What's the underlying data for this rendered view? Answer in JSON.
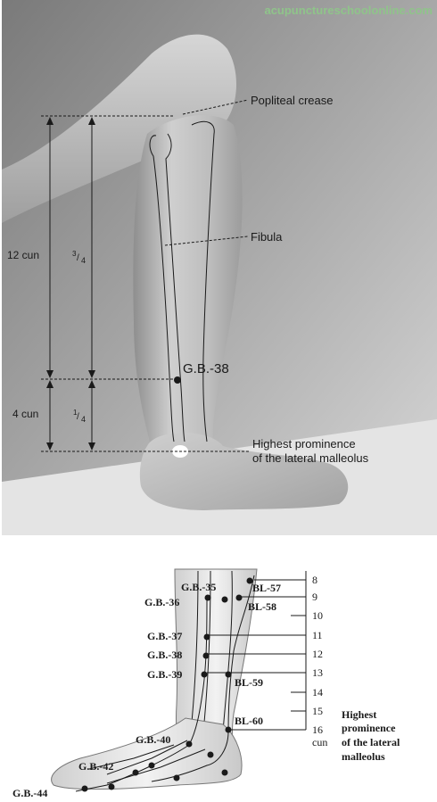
{
  "watermark": "acupunctureschoolonline.com",
  "photo": {
    "popliteal_label": "Popliteal crease",
    "fibula_label": "Fibula",
    "gb38_label": "G.B.-38",
    "malleolus_label_line1": "Highest prominence",
    "malleolus_label_line2": "of the lateral malleolus",
    "measure_12_cun": "12 cun",
    "measure_4_cun": "4 cun",
    "frac_34_num": "3",
    "frac_34_den": "4",
    "frac_14_num": "1",
    "frac_14_den": "4"
  },
  "diagram": {
    "points_left": [
      "G.B.-35",
      "G.B.-36",
      "G.B.-37",
      "G.B.-38",
      "G.B.-39",
      "G.B.-40",
      "G.B.-42",
      "G.B.-44"
    ],
    "points_right": [
      "BL-57",
      "BL-58",
      "BL-59",
      "BL-60"
    ],
    "scale_numbers": [
      "8",
      "9",
      "10",
      "11",
      "12",
      "13",
      "14",
      "15",
      "16"
    ],
    "scale_unit": "cun",
    "malleolus_line1": "Highest",
    "malleolus_line2": "prominence",
    "malleolus_line3": "of the lateral",
    "malleolus_line4": "malleolus"
  },
  "colors": {
    "photo_bg": "#8d8d8d",
    "skin": "#c4c4c4",
    "line": "#1a1a1a",
    "watermark": "#8fc48a"
  }
}
